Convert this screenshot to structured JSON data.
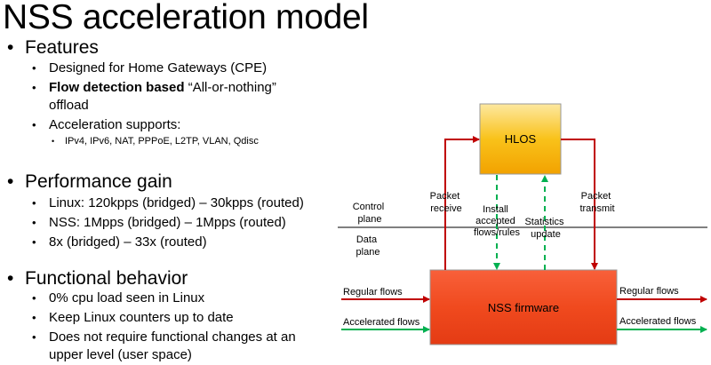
{
  "slide": {
    "title": "NSS acceleration model",
    "features": {
      "heading": "Features",
      "items": [
        "Designed for Home Gateways (CPE)",
        "Acceleration supports:"
      ],
      "flow_bold": "Flow detection based",
      "flow_rest": " “All-or-nothing”",
      "flow_line2": "offload",
      "protocols": "IPv4, IPv6, NAT, PPPoE, L2TP, VLAN, Qdisc"
    },
    "performance": {
      "heading": "Performance gain",
      "items": [
        "Linux: 120kpps (bridged) – 30kpps (routed)",
        "NSS: 1Mpps (bridged) – 1Mpps (routed)",
        "8x (bridged) – 33x (routed)"
      ]
    },
    "behavior": {
      "heading": "Functional behavior",
      "items": [
        "0% cpu load seen in Linux",
        "Keep Linux counters up to date",
        "Does not require functional changes at an"
      ],
      "item3_line2": "upper level (user space)"
    }
  },
  "diagram": {
    "hlos_label": "HLOS",
    "nss_label": "NSS firmware",
    "control_plane": [
      "Control",
      "plane"
    ],
    "data_plane": [
      "Data",
      "plane"
    ],
    "packet_receive": [
      "Packet",
      "receive"
    ],
    "install_rules": [
      "Install",
      "accepted",
      "flows/rules"
    ],
    "statistics_update": [
      "Statistics",
      "update"
    ],
    "packet_transmit": [
      "Packet",
      "transmit"
    ],
    "regular_flows_in": "Regular flows",
    "accelerated_flows_in": "Accelerated flows",
    "regular_flows_out": "Regular flows",
    "accelerated_flows_out": "Accelerated flows",
    "colors": {
      "red_arrow": "#c00000",
      "green_arrow": "#00b050",
      "hlos_fill": "#f7b500",
      "nss_fill": "#f2441c"
    }
  }
}
